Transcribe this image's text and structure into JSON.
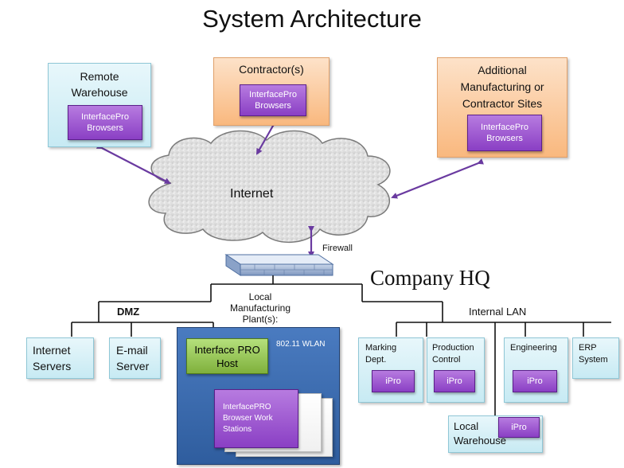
{
  "title": "System Architecture",
  "hq_label": "Company HQ",
  "internet_label": "Internet",
  "firewall_label": "Firewall",
  "remote_warehouse": {
    "label": "Remote Warehouse",
    "browser": "InterfacePro Browsers"
  },
  "contractors": {
    "label": "Contractor(s)",
    "browser": "InterfacePro Browsers"
  },
  "additional_sites": {
    "label": "Additional Manufacturing or Contractor Sites",
    "browser": "InterfacePro Browsers"
  },
  "local_plant_label": "Local Manufacturing Plant(s):",
  "dmz": {
    "label": "DMZ",
    "internet_servers": "Internet Servers",
    "email_server": "E-mail Server"
  },
  "plant": {
    "host": "Interface PRO Host",
    "wlan": "802.11 WLAN",
    "workstations": "InterfacePRO Browser Work Stations"
  },
  "internal_lan": {
    "label": "Internal LAN",
    "marking": {
      "label": "Marking Dept.",
      "ipro": "iPro"
    },
    "production": {
      "label": "Production Control",
      "ipro": "iPro"
    },
    "engineering": {
      "label": "Engineering",
      "ipro": "iPro"
    },
    "erp": {
      "label": "ERP System"
    },
    "local_warehouse": {
      "label": "Local Warehouse",
      "ipro": "iPro"
    }
  },
  "colors": {
    "blue_box": "#c7eaf3",
    "orange_box": "#f9b87e",
    "purple_box": "#8a3fc4",
    "green_box": "#7fb03c",
    "plant_box": "#3f6fb4",
    "arrow": "#6a3aa0"
  }
}
